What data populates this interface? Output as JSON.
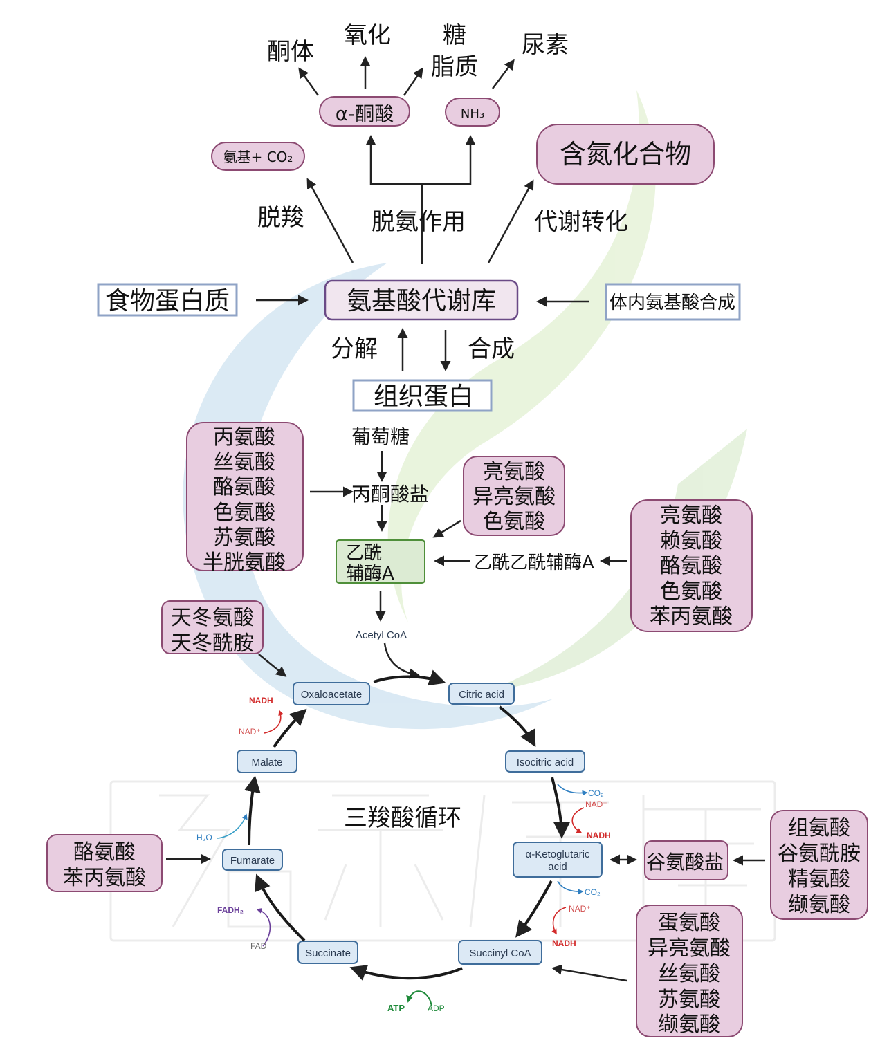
{
  "top": {
    "ketone": "酮体",
    "oxidation": "氧化",
    "sugar": "糖",
    "lipid": "脂质",
    "urea": "尿素",
    "alpha_keto": "α-酮酸",
    "nh3": "NH₃",
    "amine_co2": "氨基+ CO₂",
    "n_compounds": "含氮化合物",
    "decarboxylation": "脱羧",
    "deamination": "脱氨作用",
    "metabolic_conversion": "代谢转化"
  },
  "pool": {
    "food_protein": "食物蛋白质",
    "amino_pool": "氨基酸代谢库",
    "synthesis_in_body": "体内氨基酸合成",
    "decompose": "分解",
    "synthesize": "合成",
    "tissue_protein": "组织蛋白"
  },
  "middle": {
    "glucose": "葡萄糖",
    "pyruvate": "丙酮酸盐",
    "acetyl_coa_cn": [
      "乙酰",
      "辅酶A"
    ],
    "acetoacetyl": "乙酰乙酰辅酶A",
    "acetyl_coa": "Acetyl CoA",
    "group_pyruvate": [
      "丙氨酸",
      "丝氨酸",
      "酪氨酸",
      "色氨酸",
      "苏氨酸",
      "半胱氨酸"
    ],
    "group_acetyl": [
      "亮氨酸",
      "异亮氨酸",
      "色氨酸"
    ],
    "group_acetoacetyl": [
      "亮氨酸",
      "赖氨酸",
      "酪氨酸",
      "色氨酸",
      "苯丙氨酸"
    ],
    "group_oxaloacetate": [
      "天冬氨酸",
      "天冬酰胺"
    ]
  },
  "tca": {
    "title": "三羧酸循环",
    "oxaloacetate": "Oxaloacetate",
    "citric": "Citric acid",
    "isocitric": "Isocitric acid",
    "aketo": [
      "α-Ketoglutaric",
      "acid"
    ],
    "succinyl": "Succinyl CoA",
    "succinate": "Succinate",
    "fumarate": "Fumarate",
    "malate": "Malate",
    "nadh": "NADH",
    "nad": "NAD⁺",
    "co2": "CO₂",
    "h2o": "H₂O",
    "fadh2": "FADH₂",
    "fad": "FAD",
    "atp": "ATP",
    "adp": "ADP",
    "glutamate": "谷氨酸盐",
    "group_fumarate": [
      "酪氨酸",
      "苯丙氨酸"
    ],
    "group_glutamate": [
      "组氨酸",
      "谷氨酰胺",
      "精氨酸",
      "缬氨酸"
    ],
    "group_succinyl": [
      "蛋氨酸",
      "异亮氨酸",
      "丝氨酸",
      "苏氨酸",
      "缬氨酸"
    ]
  },
  "colors": {
    "pink_fill": "#e8cde0",
    "pink_border": "#8c4a72",
    "tca_fill": "#dce9f5",
    "tca_border": "#3f6d9b",
    "acetyl_fill": "#dcebd3",
    "acetyl_border": "#4f8f3a",
    "nadh_red": "#d22a2a",
    "co2_blue": "#2f7fc1",
    "atp_green": "#1f8a3a",
    "fad_purple": "#6a3f9a"
  }
}
